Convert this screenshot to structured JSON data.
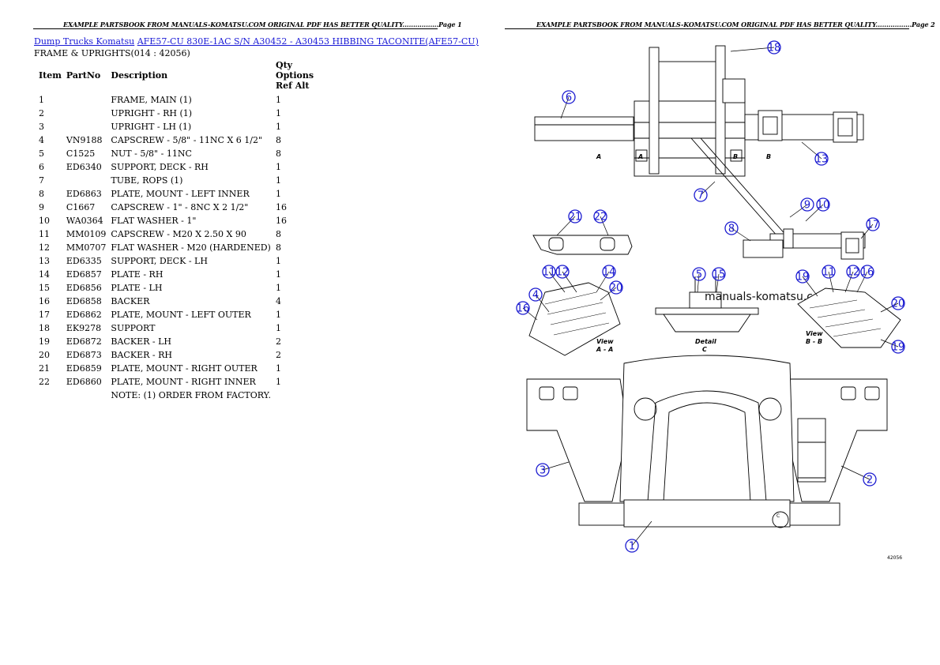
{
  "header": {
    "page1": "EXAMPLE PARTSBOOK FROM MANUALS-KOMATSU.COM ORIGINAL PDF HAS BETTER QUALITY.................Page 1",
    "page2": "EXAMPLE PARTSBOOK FROM MANUALS-KOMATSU.COM ORIGINAL PDF HAS BETTER QUALITY.................Page 2"
  },
  "breadcrumb": {
    "link1": "Dump Trucks Komatsu",
    "link2": "AFE57-CU 830E-1AC S/N A30452 - A30453 HIBBING TACONITE(AFE57-CU)"
  },
  "section_title": "FRAME & UPRIGHTS(014 : 42056)",
  "table": {
    "headers": {
      "item": "Item",
      "part": "PartNo",
      "desc": "Description",
      "qty": "Qty",
      "options": "Options",
      "ref": "Ref",
      "alt": "Alt"
    },
    "rows": [
      {
        "item": "1",
        "part": "",
        "desc": "FRAME, MAIN (1)",
        "qty": "1"
      },
      {
        "item": "2",
        "part": "",
        "desc": "UPRIGHT - RH (1)",
        "qty": "1"
      },
      {
        "item": "3",
        "part": "",
        "desc": "UPRIGHT - LH (1)",
        "qty": "1"
      },
      {
        "item": "4",
        "part": "VN9188",
        "desc": "CAPSCREW - 5/8\" - 11NC X 6 1/2\"",
        "qty": "8"
      },
      {
        "item": "5",
        "part": "C1525",
        "desc": "NUT - 5/8\" - 11NC",
        "qty": "8"
      },
      {
        "item": "6",
        "part": "ED6340",
        "desc": "SUPPORT, DECK - RH",
        "qty": "1"
      },
      {
        "item": "7",
        "part": "",
        "desc": "TUBE, ROPS (1)",
        "qty": "1"
      },
      {
        "item": "8",
        "part": "ED6863",
        "desc": "PLATE, MOUNT - LEFT INNER",
        "qty": "1"
      },
      {
        "item": "9",
        "part": "C1667",
        "desc": "CAPSCREW - 1\" - 8NC X 2 1/2\"",
        "qty": "16"
      },
      {
        "item": "10",
        "part": "WA0364",
        "desc": "FLAT WASHER - 1\"",
        "qty": "16"
      },
      {
        "item": "11",
        "part": "MM0109",
        "desc": "CAPSCREW - M20 X 2.50 X 90",
        "qty": "8"
      },
      {
        "item": "12",
        "part": "MM0707",
        "desc": "FLAT WASHER - M20 (HARDENED)",
        "qty": "8"
      },
      {
        "item": "13",
        "part": "ED6335",
        "desc": "SUPPORT, DECK - LH",
        "qty": "1"
      },
      {
        "item": "14",
        "part": "ED6857",
        "desc": "PLATE - RH",
        "qty": "1"
      },
      {
        "item": "15",
        "part": "ED6856",
        "desc": "PLATE - LH",
        "qty": "1"
      },
      {
        "item": "16",
        "part": "ED6858",
        "desc": "BACKER",
        "qty": "4"
      },
      {
        "item": "17",
        "part": "ED6862",
        "desc": "PLATE, MOUNT - LEFT OUTER",
        "qty": "1"
      },
      {
        "item": "18",
        "part": "EK9278",
        "desc": "SUPPORT",
        "qty": "1"
      },
      {
        "item": "19",
        "part": "ED6872",
        "desc": "BACKER - LH",
        "qty": "2"
      },
      {
        "item": "20",
        "part": "ED6873",
        "desc": "BACKER - RH",
        "qty": "2"
      },
      {
        "item": "21",
        "part": "ED6859",
        "desc": "PLATE, MOUNT - RIGHT OUTER",
        "qty": "1"
      },
      {
        "item": "22",
        "part": "ED6860",
        "desc": "PLATE, MOUNT - RIGHT INNER",
        "qty": "1"
      },
      {
        "item": "",
        "part": "",
        "desc": "NOTE: (1) ORDER FROM FACTORY.",
        "qty": ""
      }
    ]
  },
  "diagram": {
    "watermark": "manuals-komatsu.com",
    "figure_id": "42056",
    "section_labels": {
      "a": "A",
      "b": "B",
      "c": "C"
    },
    "view_labels": {
      "view_a_1": "View",
      "view_a_2": "A - A",
      "detail_c_1": "Detail",
      "detail_c_2": "C",
      "view_b_1": "View",
      "view_b_2": "B - B"
    },
    "callouts": [
      "18",
      "6",
      "13",
      "7",
      "9",
      "10",
      "8",
      "17",
      "21",
      "22",
      "11",
      "12",
      "14",
      "20",
      "16",
      "4",
      "5",
      "15",
      "19",
      "11",
      "12",
      "16",
      "20",
      "19",
      "3",
      "2",
      "1"
    ],
    "colors": {
      "callout": "#1b1bd0",
      "link": "#1a1ad6"
    }
  }
}
